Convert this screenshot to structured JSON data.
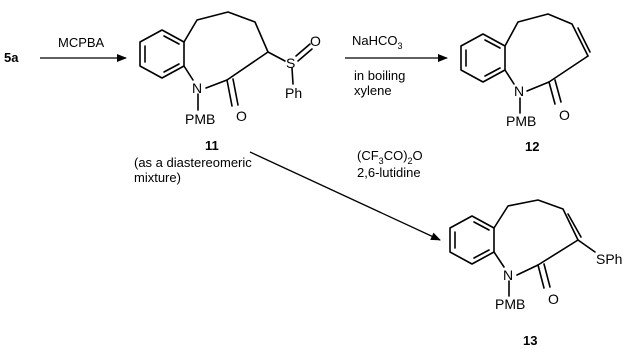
{
  "start_compound": "5a",
  "step1": {
    "reagent": "MCPBA"
  },
  "compound11": {
    "number": "11",
    "note_line1": "(as a diastereomeric",
    "note_line2": "mixture)",
    "atoms": {
      "N": "N",
      "O": "O",
      "S": "S",
      "SO": "O",
      "Ph": "Ph",
      "PMB": "PMB"
    }
  },
  "step2": {
    "reagent_line1": "NaHCO",
    "reagent_sub": "3",
    "cond_line1": "in boiling",
    "cond_line2": "xylene"
  },
  "compound12": {
    "number": "12",
    "atoms": {
      "N": "N",
      "O": "O",
      "PMB": "PMB"
    }
  },
  "step3": {
    "r1_a": "(CF",
    "r1_sub1": "3",
    "r1_b": "CO)",
    "r1_sub2": "2",
    "r1_c": "O",
    "r2": "2,6-lutidine"
  },
  "compound13": {
    "number": "13",
    "atoms": {
      "N": "N",
      "O": "O",
      "PMB": "PMB",
      "SPh": "SPh"
    }
  }
}
